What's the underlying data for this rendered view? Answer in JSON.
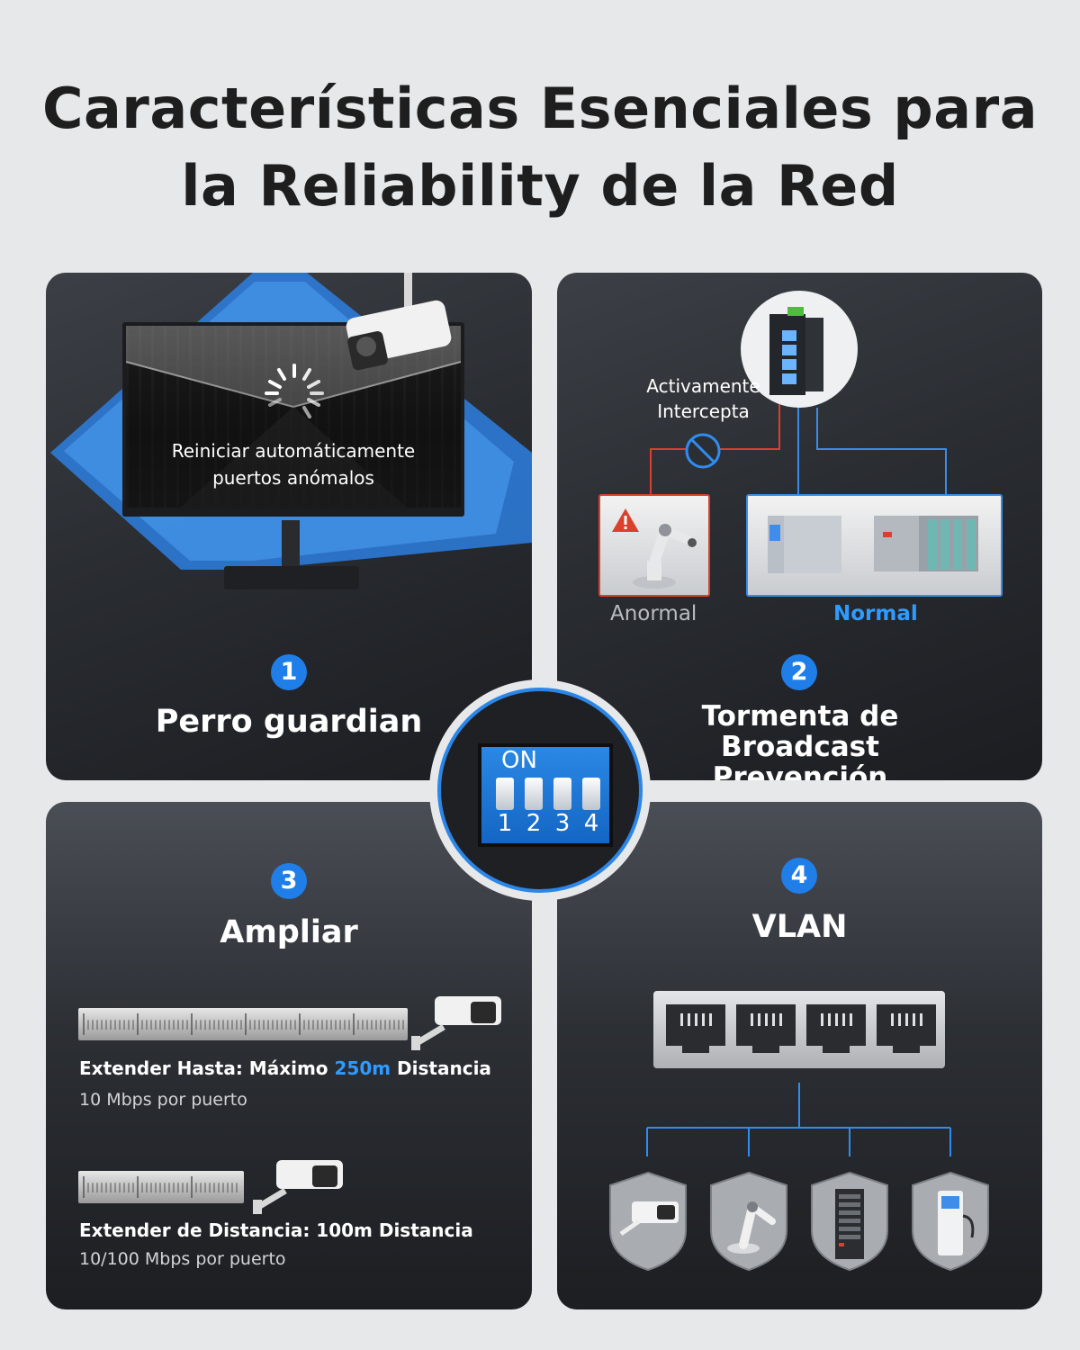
{
  "title": {
    "line1": "Características Esenciales para",
    "line2": "la Reliability de la Red"
  },
  "colors": {
    "accent_blue": "#1f7ee8",
    "highlight_blue": "#2f9bff",
    "alert_red": "#d9412d"
  },
  "panel1": {
    "number": "1",
    "title": "Perro guardian",
    "screen_text_line1": "Reiniciar automáticamente",
    "screen_text_line2": "puertos anómalos",
    "icons": [
      "monitor-icon",
      "security-camera-icon",
      "loading-spinner-icon"
    ]
  },
  "panel2": {
    "number": "2",
    "title_line1": "Tormenta de Broadcast",
    "title_line2": "Prevención",
    "intercept_line1": "Activamente",
    "intercept_line2": "Intercepta",
    "abnormal_label": "Anormal",
    "normal_label": "Normal",
    "icons": [
      "network-switch-icon",
      "blocked-icon",
      "warning-icon",
      "robot-arm-icon",
      "plc-icon"
    ]
  },
  "center": {
    "dip_label": "ON",
    "switches": [
      "1",
      "2",
      "3",
      "4"
    ]
  },
  "panel3": {
    "number": "3",
    "title": "Ampliar",
    "row1_prefix": "Extender Hasta: Máximo ",
    "row1_highlight": "250m",
    "row1_suffix": " Distancia",
    "row1_sub": "10 Mbps por puerto",
    "row2_text": "Extender de Distancia: 100m Distancia",
    "row2_sub": "10/100 Mbps por puerto"
  },
  "panel4": {
    "number": "4",
    "title": "VLAN",
    "shields": [
      "camera-shield-icon",
      "robot-shield-icon",
      "server-shield-icon",
      "charger-shield-icon"
    ]
  }
}
